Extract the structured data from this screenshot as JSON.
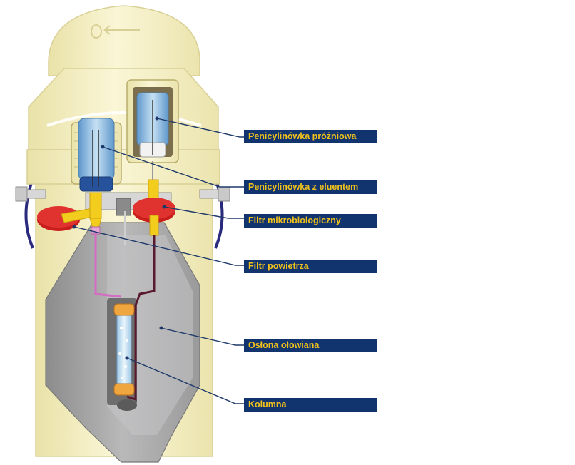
{
  "labels": [
    {
      "id": "vacuum-vial",
      "text": "Penicylinówka próżniowa"
    },
    {
      "id": "eluent-vial",
      "text": "Penicylinówka z eluentem"
    },
    {
      "id": "micro-filter",
      "text": "Filtr mikrobiologiczny"
    },
    {
      "id": "air-filter",
      "text": "Filtr powietrza"
    },
    {
      "id": "lead-shield",
      "text": "Osłona ołowiana"
    },
    {
      "id": "column",
      "text": "Kolumna"
    }
  ],
  "colors": {
    "label_background": "#11336e",
    "label_text": "#f2c21b",
    "housing": "#f4efc4",
    "lead_shield": "#a9a9aa",
    "filter_red": "#d62a27",
    "fitting_yellow": "#f3cd1e",
    "vial_blue": "#7fb1dc"
  }
}
